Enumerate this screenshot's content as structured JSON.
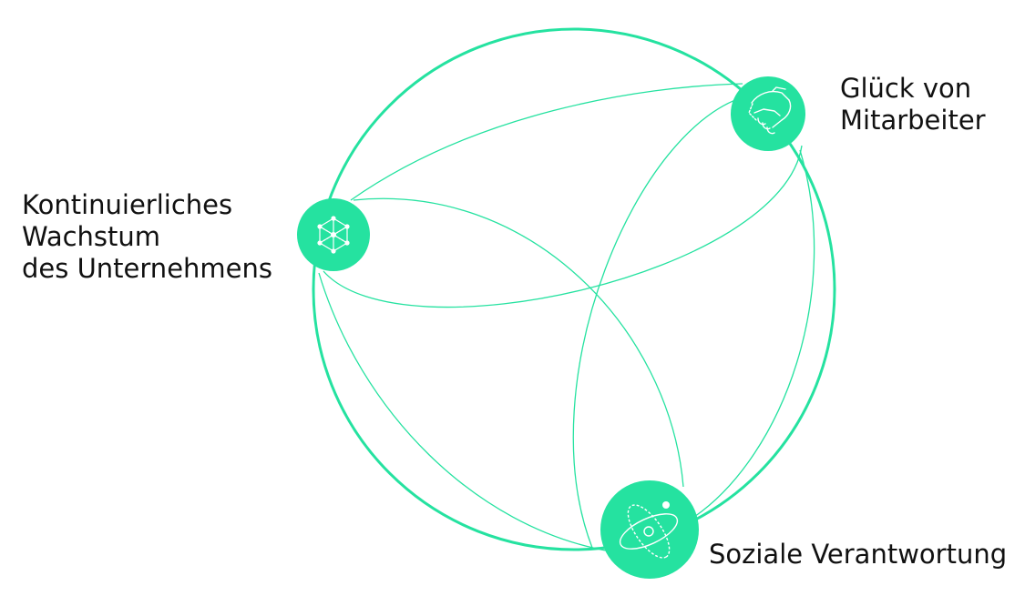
{
  "colors": {
    "accent": "#25E2A0",
    "text": "#111111",
    "background": "#ffffff"
  },
  "nodes": [
    {
      "id": "growth",
      "icon": "network-hexagon-icon",
      "label_lines": [
        "Kontinuierliches",
        "Wachstum",
        "des Unternehmens"
      ]
    },
    {
      "id": "happiness",
      "icon": "handshake-icon",
      "label_lines": [
        "Glück von",
        "Mitarbeiter"
      ]
    },
    {
      "id": "social",
      "icon": "atom-icon",
      "label_lines": [
        "Soziale Verantwortung"
      ]
    }
  ]
}
